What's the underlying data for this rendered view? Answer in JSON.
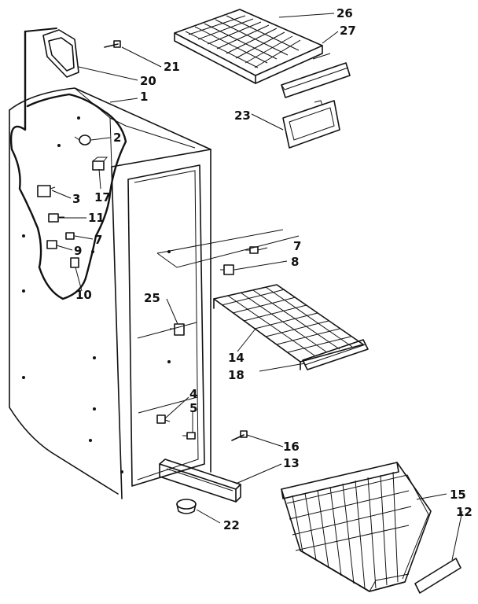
{
  "diagram": {
    "callouts": {
      "c1": "1",
      "c2": "2",
      "c3": "3",
      "c4": "4",
      "c5": "5",
      "c7a": "7",
      "c7b": "7",
      "c8": "8",
      "c9": "9",
      "c10": "10",
      "c11": "11",
      "c12": "12",
      "c13": "13",
      "c14": "14",
      "c15": "15",
      "c16": "16",
      "c17": "17",
      "c18": "18",
      "c20": "20",
      "c21": "21",
      "c22": "22",
      "c23": "23",
      "c25": "25",
      "c26": "26",
      "c27": "27"
    }
  }
}
